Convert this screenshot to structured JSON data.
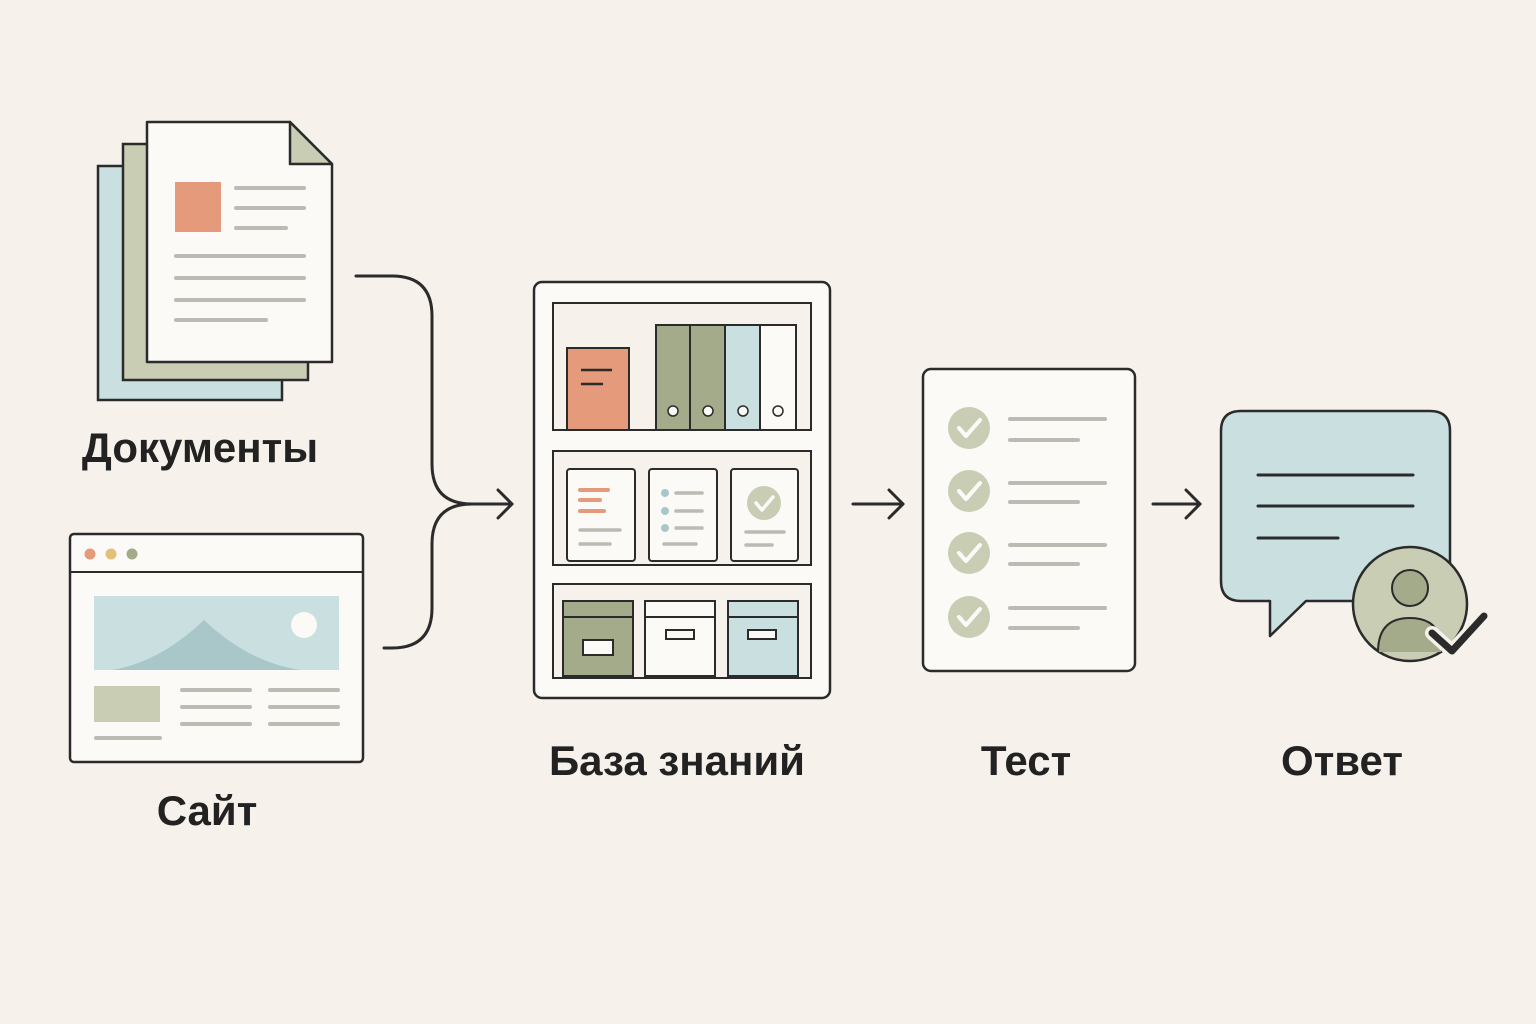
{
  "nodes": {
    "documents": {
      "label": "Документы"
    },
    "site": {
      "label": "Сайт"
    },
    "knowledge_base": {
      "label": "База знаний"
    },
    "test": {
      "label": "Тест"
    },
    "answer": {
      "label": "Ответ"
    }
  },
  "colors": {
    "background": "#f6f1ea",
    "stroke": "#2b2b2b",
    "paper": "#fcfaf6",
    "sage": "#a3ab8a",
    "sage_light": "#c9cdb4",
    "blue": "#c9dfe0",
    "coral": "#e59a7c",
    "gray_line": "#bdbab4"
  },
  "icons": {
    "documents": "document-stack-icon",
    "site": "browser-window-icon",
    "knowledge_base": "bookshelf-icon",
    "test": "checklist-icon",
    "answer": "chat-bubble-with-user-icon"
  }
}
